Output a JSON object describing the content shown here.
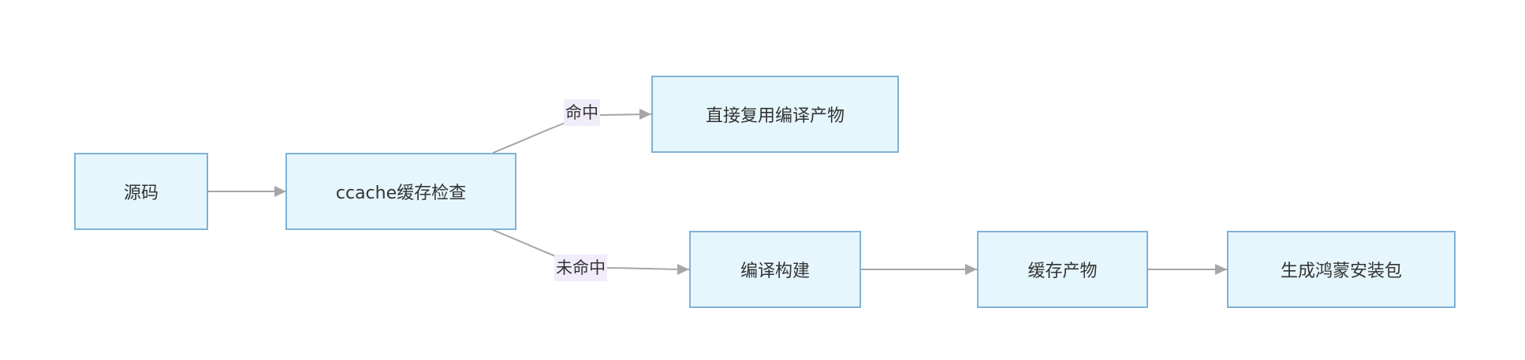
{
  "nodes": {
    "source": "源码",
    "ccache_check": "ccache缓存检查",
    "reuse_artifacts": "直接复用编译产物",
    "compile_build": "编译构建",
    "cache_artifacts": "缓存产物",
    "generate_package": "生成鸿蒙安装包"
  },
  "edges": {
    "hit": "命中",
    "miss": "未命中"
  },
  "colors": {
    "node_fill": "#e6f6fd",
    "node_border": "#7fb2d8",
    "edge_line": "#a6a6a6",
    "label_bg": "#f1ecfa",
    "text": "#333333"
  }
}
